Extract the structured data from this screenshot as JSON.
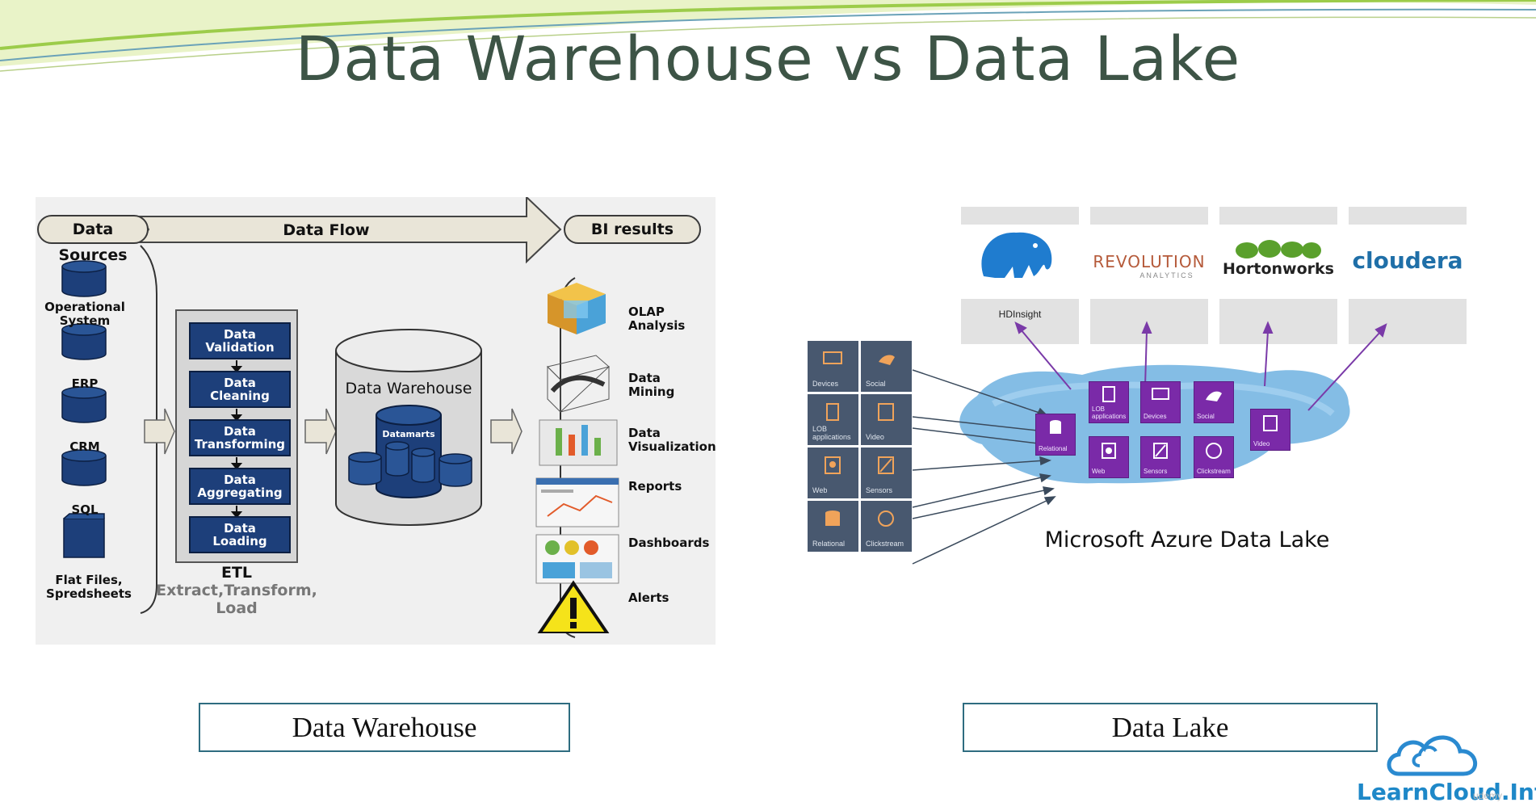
{
  "slide": {
    "title": "Data Warehouse vs Data Lake"
  },
  "warehouse": {
    "header": {
      "sources": "Data Sources",
      "flow": "Data Flow",
      "results": "BI results"
    },
    "sources": [
      "Operational\nSystem",
      "ERP",
      "CRM",
      "SQL",
      "Flat Files,\nSpredsheets"
    ],
    "etl_steps": [
      "Data\nValidation",
      "Data\nCleaning",
      "Data\nTransforming",
      "Data\nAggregating",
      "Data\nLoading"
    ],
    "etl_label": "ETL",
    "etl_sub": "Extract,Transform,\nLoad",
    "dw_label": "Data Warehouse",
    "datamarts": "Datamarts",
    "bi": [
      "OLAP\nAnalysis",
      "Data\nMining",
      "Data\nVisualization",
      "Reports",
      "Dashboards",
      "Alerts"
    ],
    "caption": "Data Warehouse"
  },
  "lake": {
    "logos": {
      "hdinsight": "HDInsight",
      "revolution_main": "REVOLUTION",
      "revolution_sub": "ANALYTICS",
      "hortonworks": "Hortonworks",
      "cloudera": "cloudera"
    },
    "sources": [
      "Devices",
      "Social",
      "LOB\napplications",
      "Video",
      "Web",
      "Sensors",
      "Relational",
      "Clickstream"
    ],
    "lake_tiles": [
      "Relational",
      "LOB\napplications",
      "Devices",
      "Social",
      "Video",
      "Web",
      "Sensors",
      "Clickstream"
    ],
    "lake_label": "Microsoft Azure Data Lake",
    "caption": "Data Lake"
  },
  "brand": {
    "name": "LearnCloud.Info",
    "watermark": "udemy"
  },
  "colors": {
    "title": "#3d5446",
    "etl_blue": "#1d3f7a",
    "lake_purple": "#7a2aa8",
    "tile_slate": "#48586f",
    "brand_blue": "#1e88c8"
  }
}
